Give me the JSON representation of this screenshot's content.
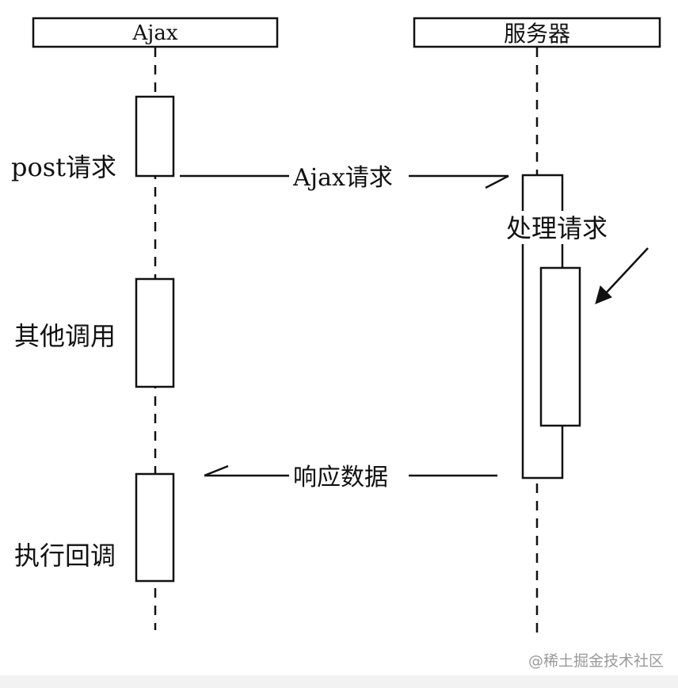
{
  "participants": {
    "client": "Ajax",
    "server": "服务器"
  },
  "client_steps": {
    "post_request": "post请求",
    "other_calls": "其他调用",
    "run_callback": "执行回调"
  },
  "messages": {
    "ajax_request": "Ajax请求",
    "response_data": "响应数据"
  },
  "server_steps": {
    "process_request": "处理请求"
  },
  "watermark": "@稀土掘金技术社区"
}
